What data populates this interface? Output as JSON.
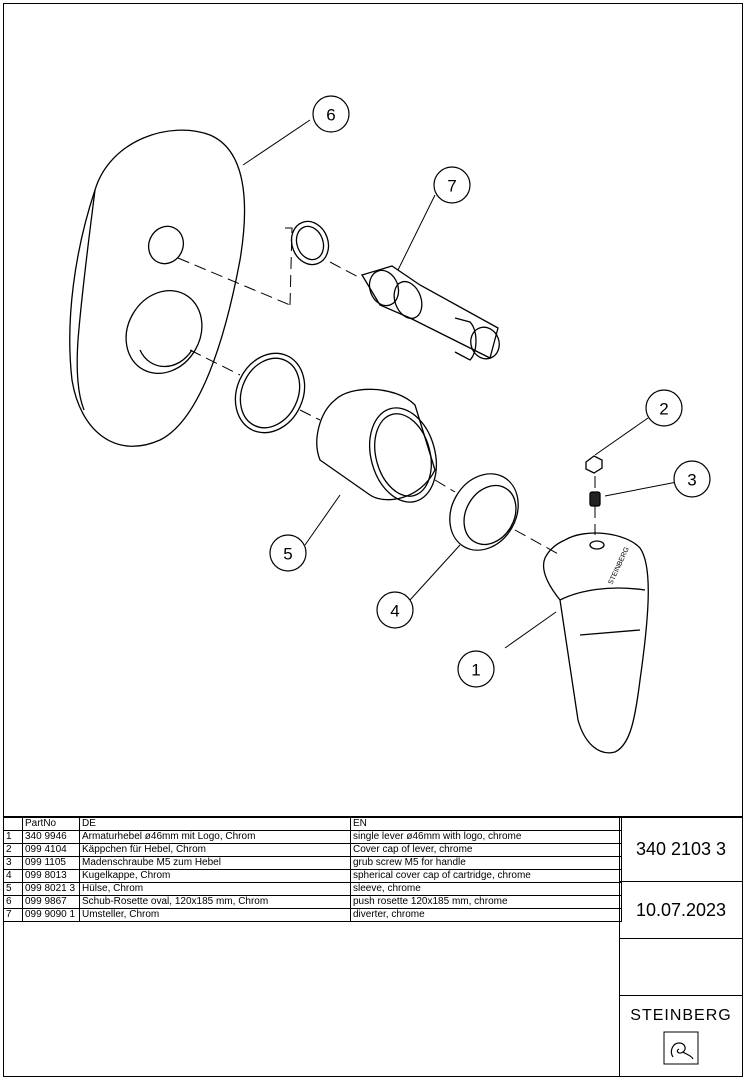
{
  "callouts": [
    "1",
    "2",
    "3",
    "4",
    "5",
    "6",
    "7"
  ],
  "table": {
    "headers": [
      "",
      "PartNo",
      "DE",
      "EN"
    ],
    "rows": [
      [
        "1",
        "340 9946",
        "Armaturhebel ø46mm mit Logo, Chrom",
        "single lever ø46mm with logo, chrome"
      ],
      [
        "2",
        "099 4104",
        "Käppchen für Hebel, Chrom",
        "Cover cap of lever, chrome"
      ],
      [
        "3",
        "099 1105",
        "Madenschraube M5 zum Hebel",
        "grub screw M5 for handle"
      ],
      [
        "4",
        "099 8013",
        "Kugelkappe, Chrom",
        "spherical cover cap of cartridge, chrome"
      ],
      [
        "5",
        "099 8021 3",
        "Hülse, Chrom",
        "sleeve, chrome"
      ],
      [
        "6",
        "099 9867",
        "Schub-Rosette oval, 120x185 mm, Chrom",
        "push rosette 120x185 mm, chrome"
      ],
      [
        "7",
        "099 9090 1",
        "Umsteller, Chrom",
        "diverter, chrome"
      ]
    ]
  },
  "title_block": {
    "article_number": "340 2103 3",
    "date": "10.07.2023",
    "brand": "STEINBERG",
    "logo_icon": "steinberg-logo-icon"
  }
}
